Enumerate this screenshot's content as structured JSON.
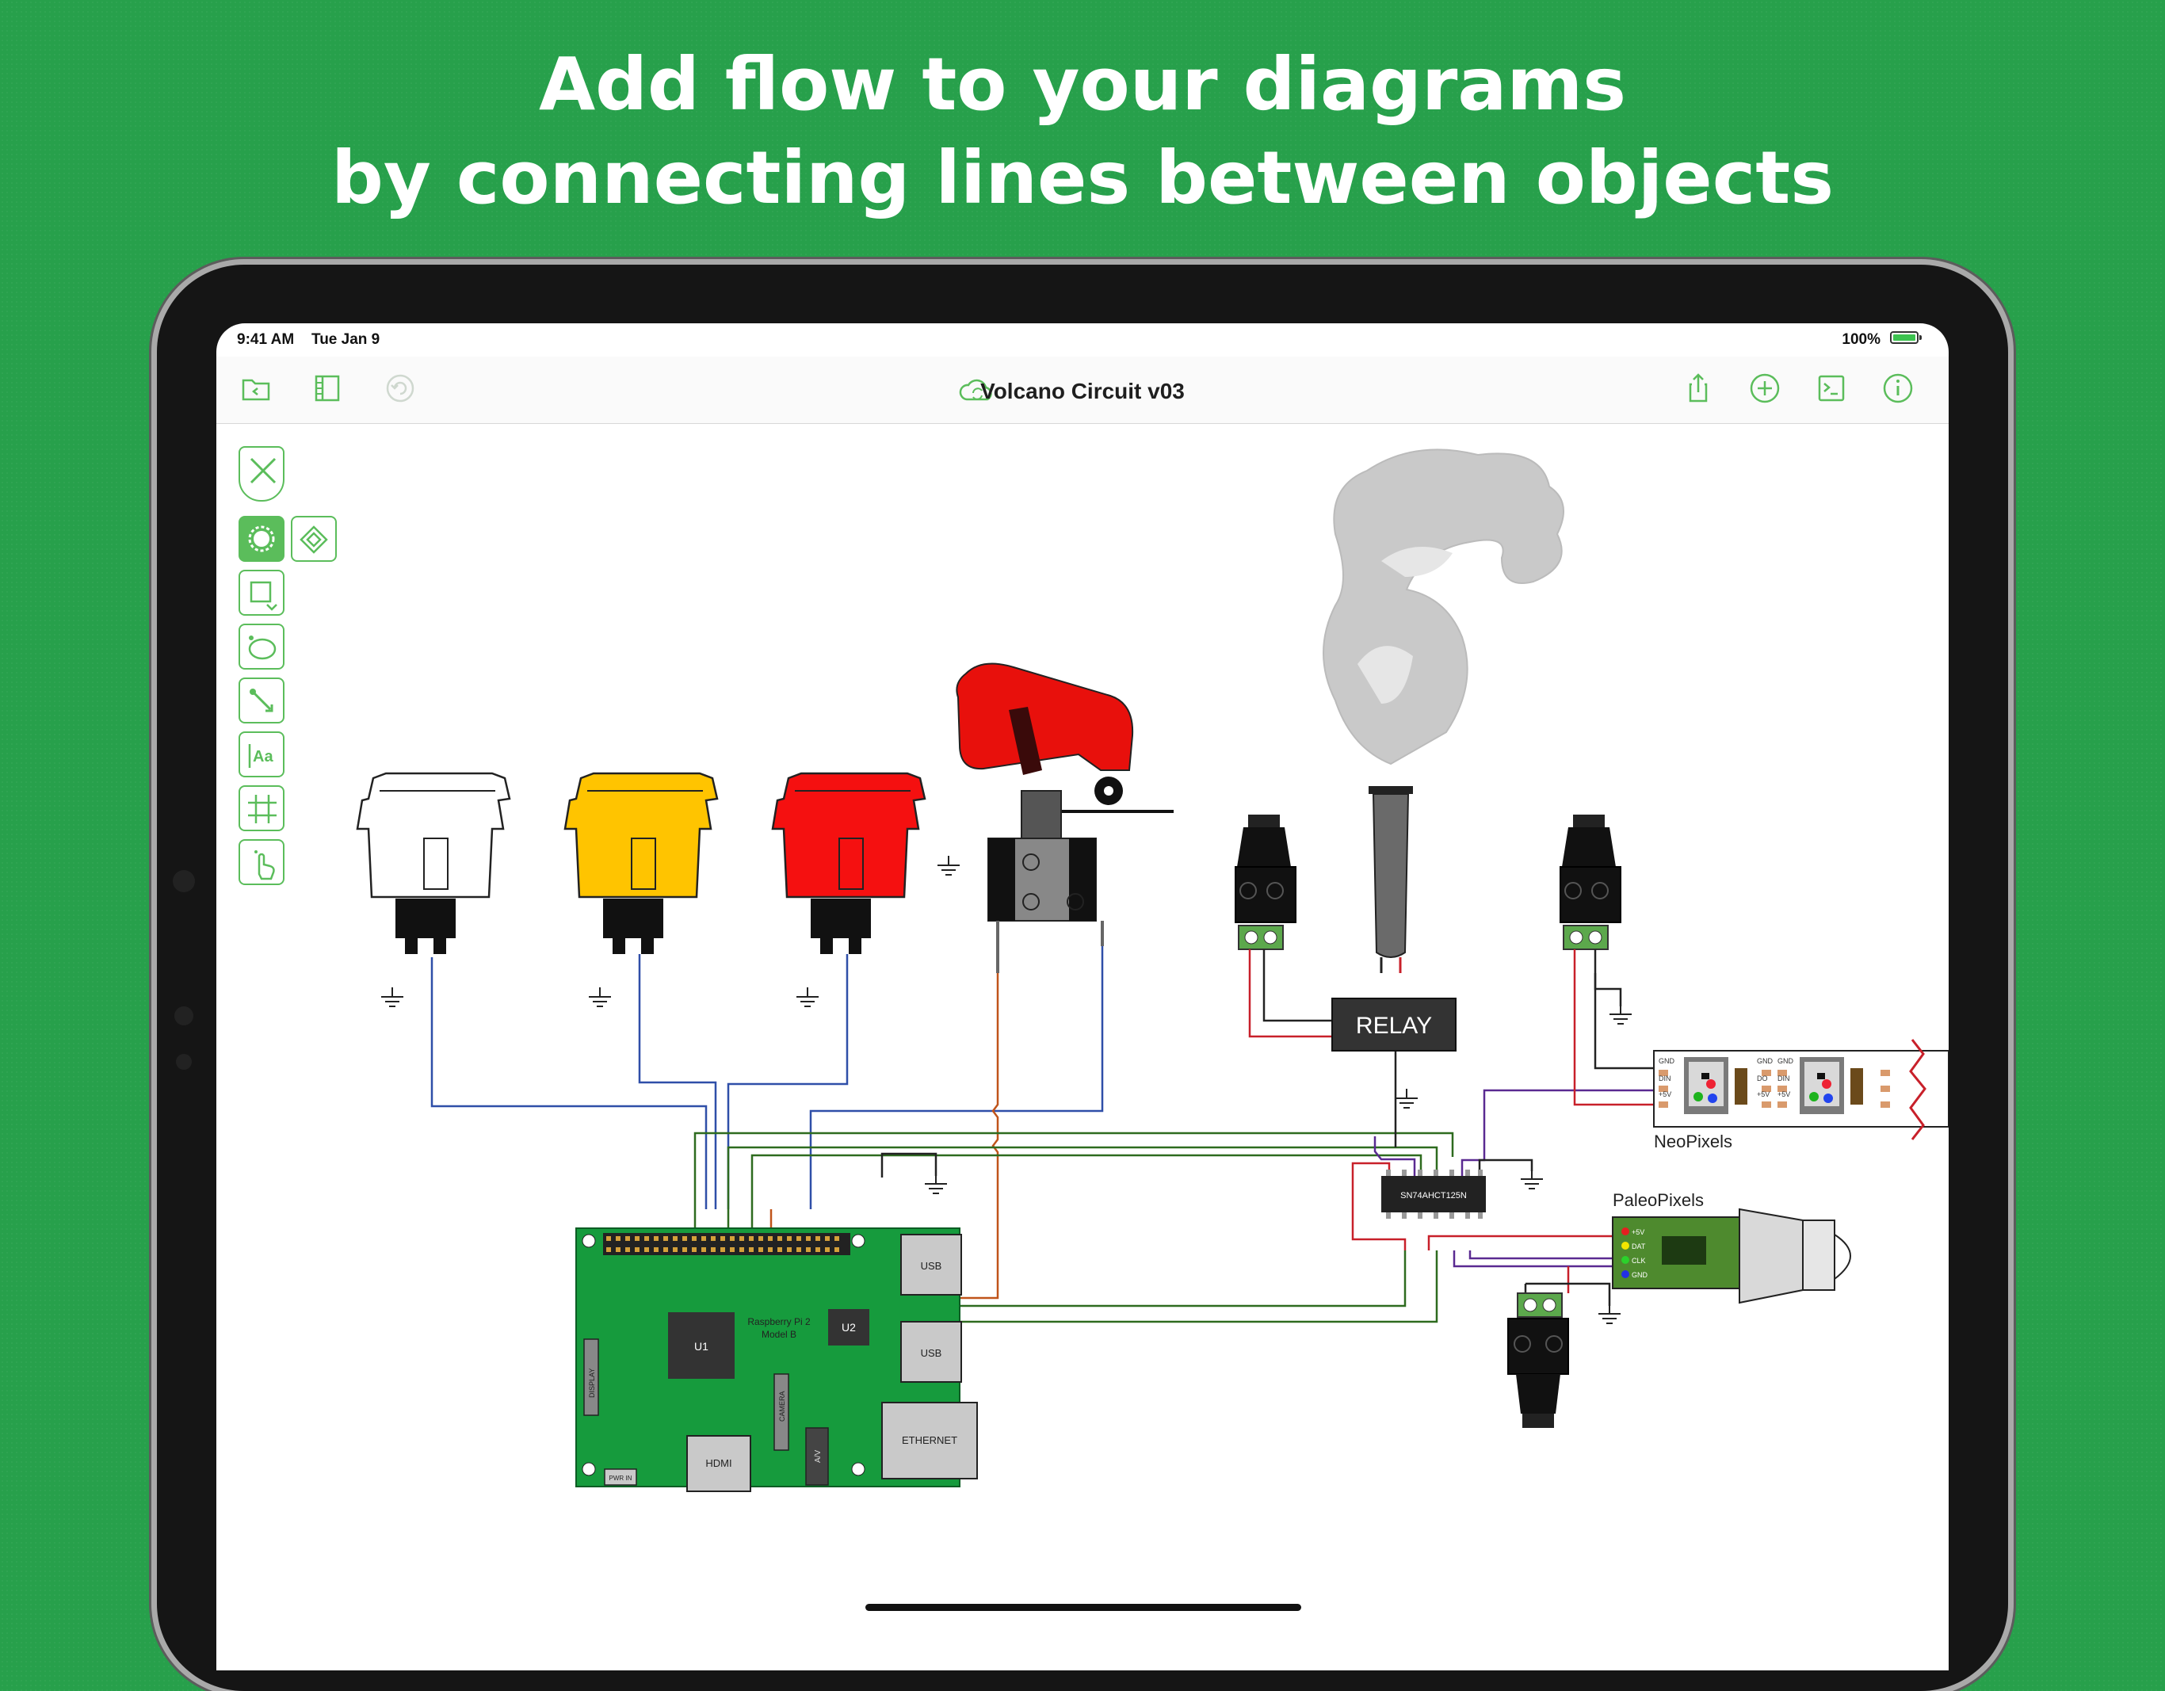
{
  "headline": {
    "line1": "Add flow to your diagrams",
    "line2": "by connecting lines between objects"
  },
  "status_bar": {
    "time": "9:41 AM",
    "date": "Tue Jan 9",
    "battery": "100%"
  },
  "toolbar": {
    "title": "Volcano Circuit v03",
    "left_icons": [
      "folder-back-icon",
      "canvas-sidebar-icon",
      "undo-icon"
    ],
    "right_icons": [
      "share-icon",
      "add-icon",
      "console-icon",
      "info-icon"
    ]
  },
  "palette": {
    "tools": [
      "drawing-tools-icon",
      "selection-tool-icon",
      "diamond-tool-icon",
      "rectangle-tool-icon",
      "shape-tool-icon",
      "line-tool-icon",
      "text-tool-icon",
      "diagram-tool-icon",
      "browse-tool-icon"
    ],
    "text_tool_label": "Aa"
  },
  "diagram": {
    "relay_label": "RELAY",
    "neopixels_label": "NeoPixels",
    "paleopixels_label": "PaleoPixels",
    "chip_label": "SN74AHCT125N",
    "board_label_line1": "Raspberry Pi 2",
    "board_label_line2": "Model B",
    "u1": "U1",
    "u2": "U2",
    "usb1": "USB",
    "usb2": "USB",
    "ethernet": "ETHERNET",
    "hdmi": "HDMI",
    "camera": "CAMERA",
    "av": "A/V",
    "display": "DISPLAY",
    "pwr_in": "PWR IN",
    "paleo_pins": [
      "+5V",
      "DAT",
      "CLK",
      "GND"
    ],
    "neo_pins": [
      "GND",
      "DIN",
      "+5V"
    ],
    "neo_pins_mid": [
      "GND",
      "DO",
      "+5V"
    ],
    "neo_pins_mid2": [
      "GND",
      "DIN",
      "+5V"
    ]
  },
  "colors": {
    "background": "#27a04b",
    "accent": "#5bbd5b",
    "wire_blue": "#2f4fa8",
    "wire_red": "#c8202a",
    "wire_green": "#2e6b1f",
    "wire_purple": "#5a2a91",
    "wire_orange": "#c0541a"
  }
}
